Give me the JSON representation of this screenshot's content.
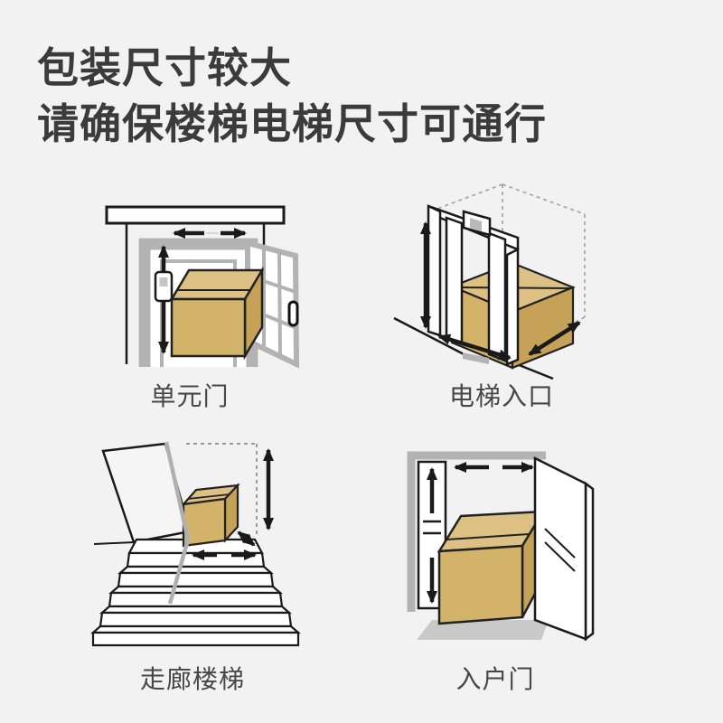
{
  "page": {
    "background": "#f2f2f2",
    "type": "product-delivery-size-notice-infographic"
  },
  "title": {
    "line1": "包装尺寸较大",
    "line2": "请确保楼梯电梯尺寸可通行"
  },
  "panels": [
    {
      "id": "unit-door",
      "icon": "unit-door-illustration",
      "label": "单元门"
    },
    {
      "id": "elevator-entrance",
      "icon": "elevator-entrance-illustration",
      "label": "电梯入口"
    },
    {
      "id": "corridor-stairs",
      "icon": "corridor-stairs-illustration",
      "label": "走廊楼梯"
    },
    {
      "id": "entrance-door",
      "icon": "entrance-door-illustration",
      "label": "入户门"
    }
  ],
  "colors": {
    "title_text": "#3b3b3b",
    "label_text": "#474747",
    "outline_black": "#1a1a1a",
    "frame_gray": "#b3b3b3",
    "dashed_gray": "#a8a8a8",
    "box_top": "#dcc084",
    "box_front": "#d3b269",
    "box_side": "#c5a258",
    "shadow_gray": "#c9c9c9",
    "white": "#ffffff"
  }
}
